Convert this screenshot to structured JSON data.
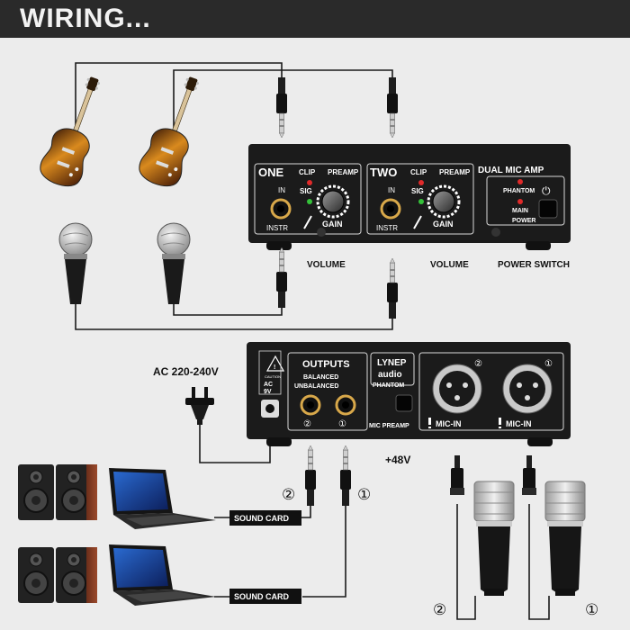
{
  "header": {
    "title": "WIRING..."
  },
  "front_panel": {
    "channel_one": "ONE",
    "channel_two": "TWO",
    "clip_label": "CLIP",
    "sig_label": "SIG",
    "preamp_label": "PREAMP",
    "gain_label": "GAIN",
    "in_label": "IN",
    "instr_label": "INSTR",
    "model_title": "DUAL MIC AMP",
    "phantom_label": "PHANTOM",
    "main_label": "MAIN",
    "power_label": "POWER",
    "volume_left": "VOLUME",
    "volume_right": "VOLUME",
    "power_switch": "POWER SWITCH"
  },
  "rear_panel": {
    "outputs_title": "OUTPUTS",
    "balanced": "BALANCED",
    "unbalanced": "UNBALANCED",
    "brand_line1": "LYNEP",
    "brand_line2": "audio",
    "phantom_button": "PHANTOM",
    "mic_preamp": "MIC PREAMP",
    "mic_in_left": "MIC-IN",
    "mic_in_right": "MIC-IN",
    "dc_line1": "AC",
    "dc_line2": "9V",
    "caution": "CAUTION"
  },
  "labels": {
    "ac_power": "AC 220-240V",
    "plus_48v": "+48V",
    "sound_card_top": "SOUND CARD",
    "sound_card_bottom": "SOUND CARD"
  },
  "markers": {
    "one": "①",
    "two": "②"
  },
  "colors": {
    "background": "#ececec",
    "header": "#2a2a2a",
    "device_body": "#1b1b1b",
    "cable": "#1a1a1a",
    "led_red": "#e02a2a",
    "led_green": "#35c23a",
    "jack_gold": "#d8a84a"
  }
}
